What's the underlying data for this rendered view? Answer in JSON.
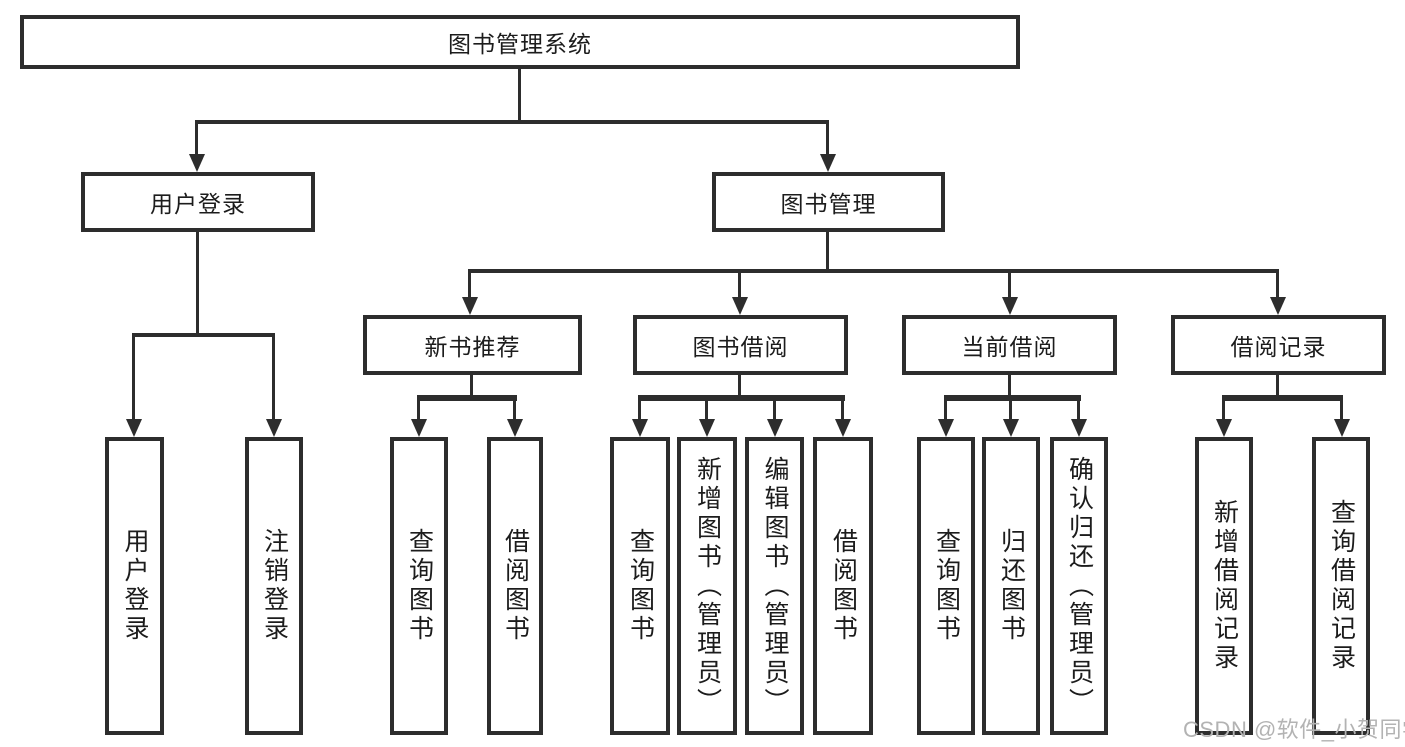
{
  "tree": {
    "root": {
      "label": "图书管理系统"
    },
    "branches": [
      {
        "label": "用户登录",
        "children": [
          {
            "label": "用户登录"
          },
          {
            "label": "注销登录"
          }
        ]
      },
      {
        "label": "图书管理",
        "children": [
          {
            "label": "新书推荐",
            "children": [
              {
                "label": "查询图书"
              },
              {
                "label": "借阅图书"
              }
            ]
          },
          {
            "label": "图书借阅",
            "children": [
              {
                "label": "查询图书"
              },
              {
                "label": "新增图书（管理员）"
              },
              {
                "label": "编辑图书（管理员）"
              },
              {
                "label": "借阅图书"
              }
            ]
          },
          {
            "label": "当前借阅",
            "children": [
              {
                "label": "查询图书"
              },
              {
                "label": "归还图书"
              },
              {
                "label": "确认归还（管理员）"
              }
            ]
          },
          {
            "label": "借阅记录",
            "children": [
              {
                "label": "新增借阅记录"
              },
              {
                "label": "查询借阅记录"
              }
            ]
          }
        ]
      }
    ]
  },
  "watermark": {
    "text": "CSDN @软件_小贺同学"
  },
  "colors": {
    "line": "#2d2d2d",
    "text": "#1c1c1c",
    "watermark": "#b3b3b3",
    "background": "#ffffff"
  }
}
